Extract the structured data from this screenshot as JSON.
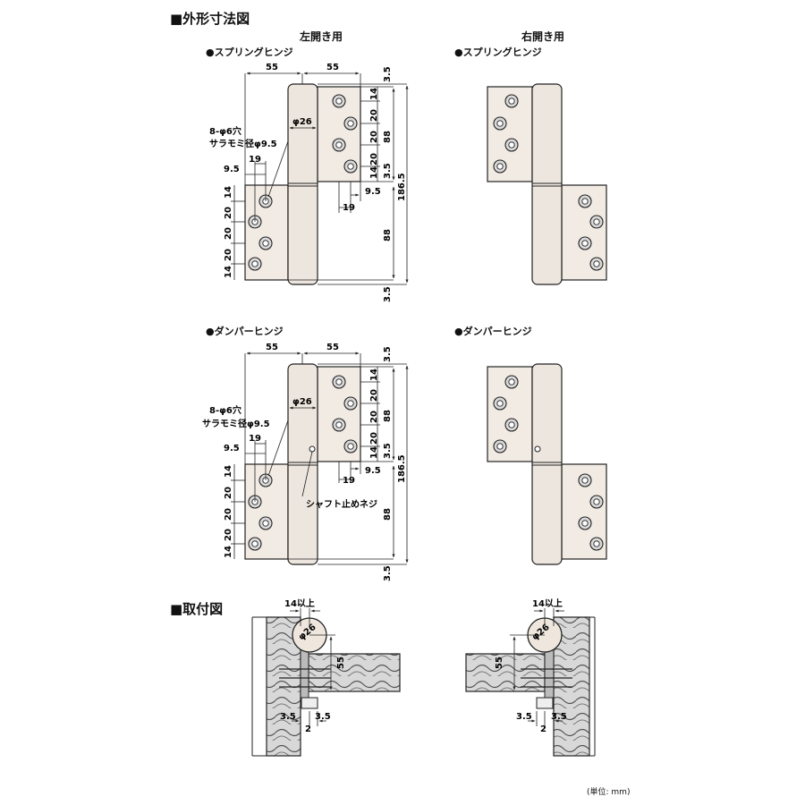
{
  "sections": {
    "outline": "■外形寸法図",
    "mounting": "■取付図"
  },
  "columns": {
    "left": "左開き用",
    "right": "右開き用"
  },
  "hinges": {
    "spring": "●スプリングヒンジ",
    "damper": "●ダンパーヒンジ"
  },
  "dims": {
    "w55": "55",
    "d26": "φ26",
    "h3_5": "3.5",
    "v14": "14",
    "v20": "20",
    "v88": "88",
    "v186": "186.5",
    "h9_5": "9.5",
    "h19": "19",
    "holes": "8-φ6穴",
    "countersink": "サラモミ径φ9.5",
    "shaft_screw": "シャフト止めネジ",
    "min14": "14以上",
    "d2": "2"
  },
  "unit": "(単位: mm)",
  "colors": {
    "leaf": "#f2ebe3",
    "knuckle": "#ede6de",
    "line": "#222222",
    "wood": "#d8d8d8"
  }
}
